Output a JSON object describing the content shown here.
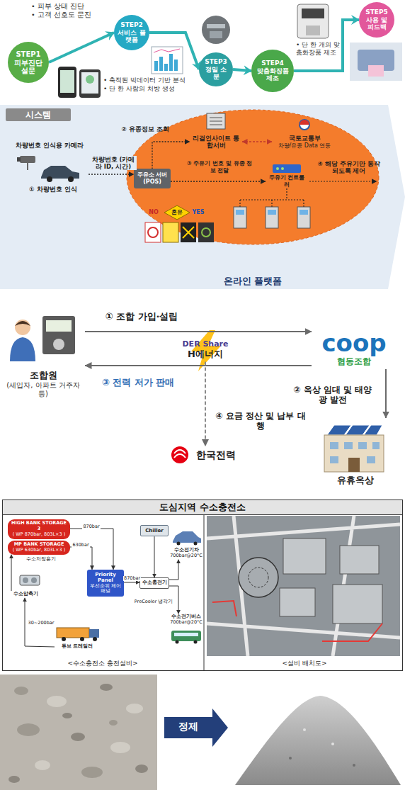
{
  "diagram": {
    "nodes": [
      {
        "text": [
          "STEP1",
          "피부진단 설문"
        ]
      },
      {
        "text": [
          "STEP2",
          "서비스 플랫폼"
        ]
      },
      {
        "text": [
          "STEP3",
          "정밀 소분"
        ]
      },
      {
        "text": [
          "STEP4",
          "맞춤화장품 제조"
        ]
      },
      {
        "text": [
          "STEP5",
          "사용 및 피드백"
        ]
      },
      {
        "text": [
          "시스템"
        ]
      },
      {
        "text": [
          "차량번호 인식용 카메라"
        ],
        "in": 5
      },
      {
        "text": [
          "리걸인사이트 통합서버"
        ],
        "in": 5
      },
      {
        "text": [
          "국토교통부",
          "차량/유종 Data 연동"
        ],
        "in": 5
      },
      {
        "text": [
          "주유소 서버(POS)"
        ],
        "in": 5
      },
      {
        "text": [
          "주유기 컨트롤러"
        ],
        "in": 5
      },
      {
        "text": [
          "조합원",
          "(세입자, 아파트 거주자 등)"
        ]
      },
      {
        "text": [
          "DER Share",
          "H에너지"
        ]
      },
      {
        "text": [
          "coop",
          "협동조합"
        ]
      },
      {
        "text": [
          "한국전력"
        ]
      },
      {
        "text": [
          "유휴옥상"
        ]
      },
      {
        "text": [
          "도심지역 수소충전소"
        ]
      },
      {
        "text": [
          "HIGH BANK STORAGE 3",
          "( WP 870bar, 803L×3 )"
        ],
        "in": 16
      },
      {
        "text": [
          "MP BANK STORAGE",
          "( WP 630bar, 803L×3 )"
        ],
        "in": 16
      },
      {
        "text": [
          "Chiller"
        ],
        "in": 16
      },
      {
        "text": [
          "Priority Panel",
          "우선순위 제어패널"
        ],
        "in": 16
      },
      {
        "text": [
          "수소압축기"
        ],
        "in": 16
      },
      {
        "text": [
          "수소충전기"
        ],
        "in": 16
      },
      {
        "text": [
          "수소전기차",
          "700bar@20°C"
        ],
        "in": 16
      },
      {
        "text": [
          "수소전기버스",
          "700bar@20°C"
        ],
        "in": 16
      },
      {
        "text": [
          "튜브 트레일러"
        ],
        "in": 16
      }
    ],
    "edges": [
      {
        "from": 0,
        "to": 1,
        "arrow": "to"
      },
      {
        "from": 1,
        "to": 2,
        "arrow": "to"
      },
      {
        "from": 2,
        "to": 3,
        "arrow": "to"
      },
      {
        "from": 3,
        "to": 4,
        "arrow": "to"
      },
      {
        "from": 6,
        "to": 9,
        "label": "차량번호 (카메라 ID, 시간)",
        "arrow": "to"
      },
      {
        "from": 9,
        "to": 7,
        "label": "② 유종정보 조회",
        "arrow": "to"
      },
      {
        "from": 7,
        "to": 8,
        "arrow": "both"
      },
      {
        "from": 9,
        "to": 10,
        "label": "③ 주유기 번호 및 유종 정보 전달",
        "arrow": "to"
      },
      {
        "from": 11,
        "to": 13,
        "label": "① 조합 가입·설립",
        "arrow": "to"
      },
      {
        "from": 13,
        "to": 11,
        "label": "③ 전력 저가 판매",
        "arrow": "to"
      },
      {
        "from": 13,
        "to": 15,
        "label": "② 옥상 임대 및 태양광 발전",
        "arrow": "to"
      },
      {
        "from": 12,
        "to": 14,
        "label": "④ 요금 정산 및 납부 대행",
        "arrow": "to"
      },
      {
        "from": 25,
        "to": 21,
        "label": "30~200bar",
        "arrow": "to"
      },
      {
        "from": 21,
        "to": 18,
        "arrow": "to"
      },
      {
        "from": 18,
        "to": 20,
        "label": "630bar",
        "arrow": "to"
      },
      {
        "from": 17,
        "to": 20,
        "label": "870bar",
        "arrow": "to"
      },
      {
        "from": 20,
        "to": 22,
        "label": "870bar",
        "arrow": "to"
      },
      {
        "from": 19,
        "to": 22,
        "arrow": "to"
      },
      {
        "from": 22,
        "to": 23,
        "arrow": "to"
      },
      {
        "from": 22,
        "to": 24,
        "arrow": "to"
      }
    ],
    "labels": [
      "• 피부 상태 진단",
      "• 고객 선호도 문진",
      "• 축적된 빅데이터 기반 분석",
      "• 단 한 사람의 처방 생성",
      "• 단 한 개의 맞춤화장품 제조",
      "① 차량번호 인식",
      "④ 해당 주유기만 동작 되도록 제어",
      "NO",
      "혼유",
      "YES",
      "온라인 플랫폼",
      "수소저장용기",
      "PreCooler 냉각기",
      "<수소충전소 충전설비>",
      "<설비 배치도>",
      "정제"
    ]
  }
}
